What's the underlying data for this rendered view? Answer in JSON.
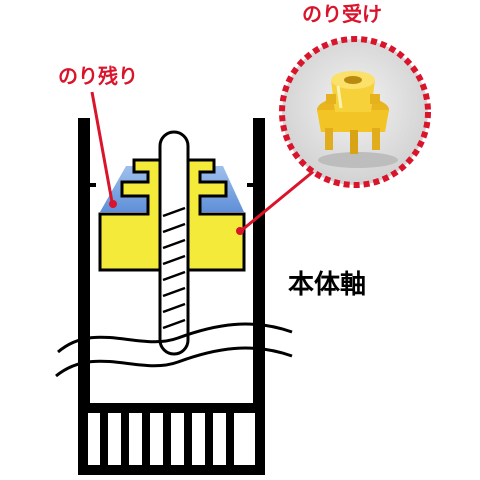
{
  "labels": {
    "glue_residue": "のり残り",
    "glue_receiver": "のり受け",
    "body_shaft": "本体軸"
  },
  "colors": {
    "label_red": "#d9142b",
    "outline": "#000000",
    "part_yellow": "#f4ea3a",
    "glue_blue": "#6f9fe0",
    "photo_background": "#e2e2e2",
    "photo_part": "#f7cf2a"
  },
  "icons": {
    "callout_photo": "glue-receiver-photo-icon",
    "pen_housing": "pen-housing-icon",
    "plunger_rod": "plunger-rod-icon",
    "wave_break": "wave-break-icon",
    "bottom_grille": "bottom-grille-icon"
  }
}
